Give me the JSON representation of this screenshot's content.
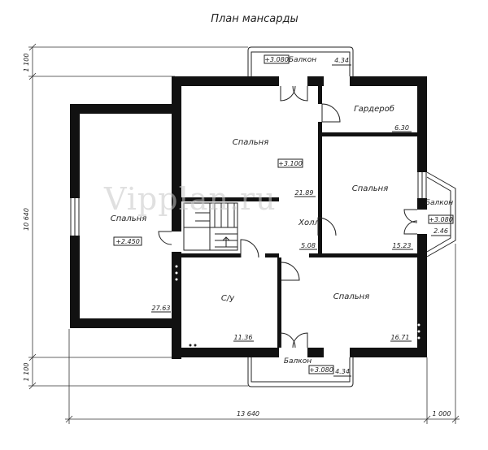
{
  "title": "План мансарды",
  "watermark": "Vipplan.ru",
  "rooms": {
    "bedroom_left": {
      "name": "Спальня",
      "area": "27.63",
      "level": "+2.450"
    },
    "bedroom_top": {
      "name": "Спальня",
      "area": "21.89",
      "level": "+3.100"
    },
    "wardrobe": {
      "name": "Гардероб",
      "area": "6.30"
    },
    "bedroom_right": {
      "name": "Спальня",
      "area": "15.23"
    },
    "hall": {
      "name": "Холл",
      "area": "5.08"
    },
    "bathroom": {
      "name": "С/у",
      "area": "11.36"
    },
    "bedroom_bottom": {
      "name": "Спальня",
      "area": "16.71"
    }
  },
  "balconies": {
    "top": {
      "name": "Балкон",
      "area": "4.34",
      "level": "+3.080"
    },
    "right": {
      "name": "Балкон",
      "area": "2.46",
      "level": "+3.080"
    },
    "bottom": {
      "name": "Балкон",
      "area": "4.34",
      "level": "+3.080"
    }
  },
  "dimensions": {
    "height_total": "10 640",
    "offset_top": "1 100",
    "offset_bottom": "1 100",
    "width_total": "13 640",
    "width_right": "1 000"
  }
}
